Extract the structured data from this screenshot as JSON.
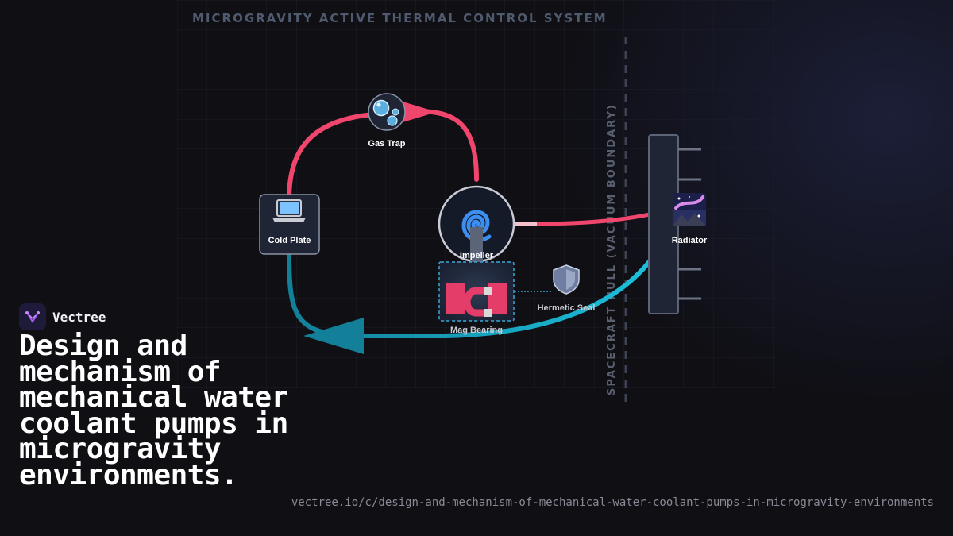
{
  "diagram": {
    "title": "MICROGRAVITY ACTIVE THERMAL CONTROL SYSTEM",
    "hull_label": "SPACECRAFT HULL (VACUUM BOUNDARY)",
    "nodes": {
      "gas_trap": "Gas Trap",
      "cold_plate": "Cold Plate",
      "impeller": "Impeller",
      "mag_bearing": "Mag Bearing",
      "hermetic_seal": "Hermetic Seal",
      "radiator": "Radiator"
    },
    "icons": {
      "gas_trap": "bubbles-icon",
      "cold_plate": "laptop-icon",
      "impeller": "spiral-icon",
      "mag_bearing": "magnet-icon",
      "hermetic_seal": "shield-icon",
      "radiator": "galaxy-icon"
    },
    "colors": {
      "hot_loop": "#f0466e",
      "cold_loop": "#1aa6c4",
      "node_fill": "#1f2535",
      "node_stroke": "#8a93a6"
    }
  },
  "brand": {
    "name": "Vectree"
  },
  "headline": "Design and mechanism of mechanical water coolant pumps in microgravity environments.",
  "url": "vectree.io/c/design-and-mechanism-of-mechanical-water-coolant-pumps-in-microgravity-environments"
}
